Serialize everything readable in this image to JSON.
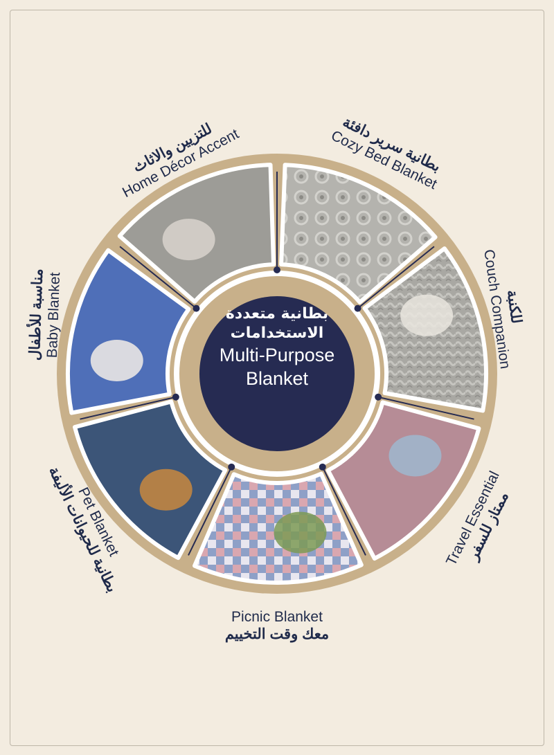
{
  "center": {
    "title_ar": "بطانية متعددة الاستخدامات",
    "title_en_line1": "Multi-Purpose",
    "title_en_line2": "Blanket"
  },
  "segments": [
    {
      "key": "home-decor",
      "label_en": "Home Décor Accent",
      "label_ar": "للتزيين والاثاث",
      "photo": "grey-blanket-on-bed"
    },
    {
      "key": "cozy-bed",
      "label_en": "Cozy Bed Blanket",
      "label_ar": "بطانية سرير دافئة",
      "photo": "swirled-grey-fleece-closeup"
    },
    {
      "key": "couch",
      "label_en": "Couch Companion",
      "label_ar": "للكنبة",
      "photo": "grey-blanket-draped-on-chair"
    },
    {
      "key": "travel",
      "label_en": "Travel Essential",
      "label_ar": "ممتاز للسفر",
      "photo": "woman-with-pink-blanket-on-plane"
    },
    {
      "key": "picnic",
      "label_en": "Picnic Blanket",
      "label_ar": "معك وقت التخييم",
      "photo": "picnic-basket-on-checkered-blanket"
    },
    {
      "key": "pet",
      "label_en": "Pet Blanket",
      "label_ar": "بطانية للحيوانات الأليفة",
      "photo": "cat-under-blue-blanket"
    },
    {
      "key": "baby",
      "label_en": "Baby Blanket",
      "label_ar": "مناسبة للأطفال",
      "photo": "child-sleeping-with-blue-blanket"
    }
  ],
  "colors": {
    "background": "#f3ece0",
    "ring": "#c8b08a",
    "divider": "#ffffff",
    "navy": "#262b52",
    "text": "#1f2a4a"
  }
}
